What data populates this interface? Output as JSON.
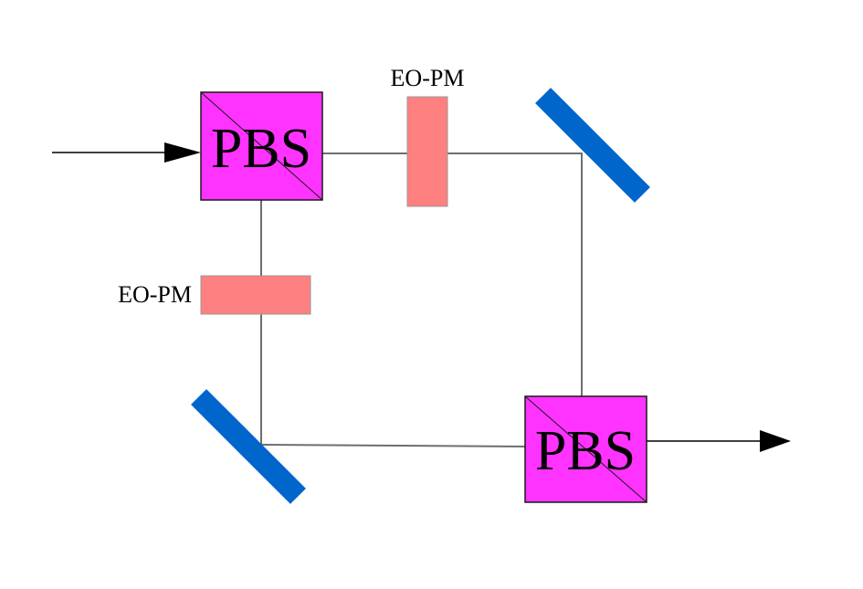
{
  "components": {
    "pbs_top_label": "PBS",
    "pbs_bottom_label": "PBS",
    "eopm_top_label": "EO-PM",
    "eopm_left_label": "EO-PM"
  },
  "colors": {
    "pbs_fill": "#ff33ff",
    "eopm_fill": "#ff8080",
    "mirror_fill": "#0066cc",
    "beam": "#6e6e6e"
  }
}
